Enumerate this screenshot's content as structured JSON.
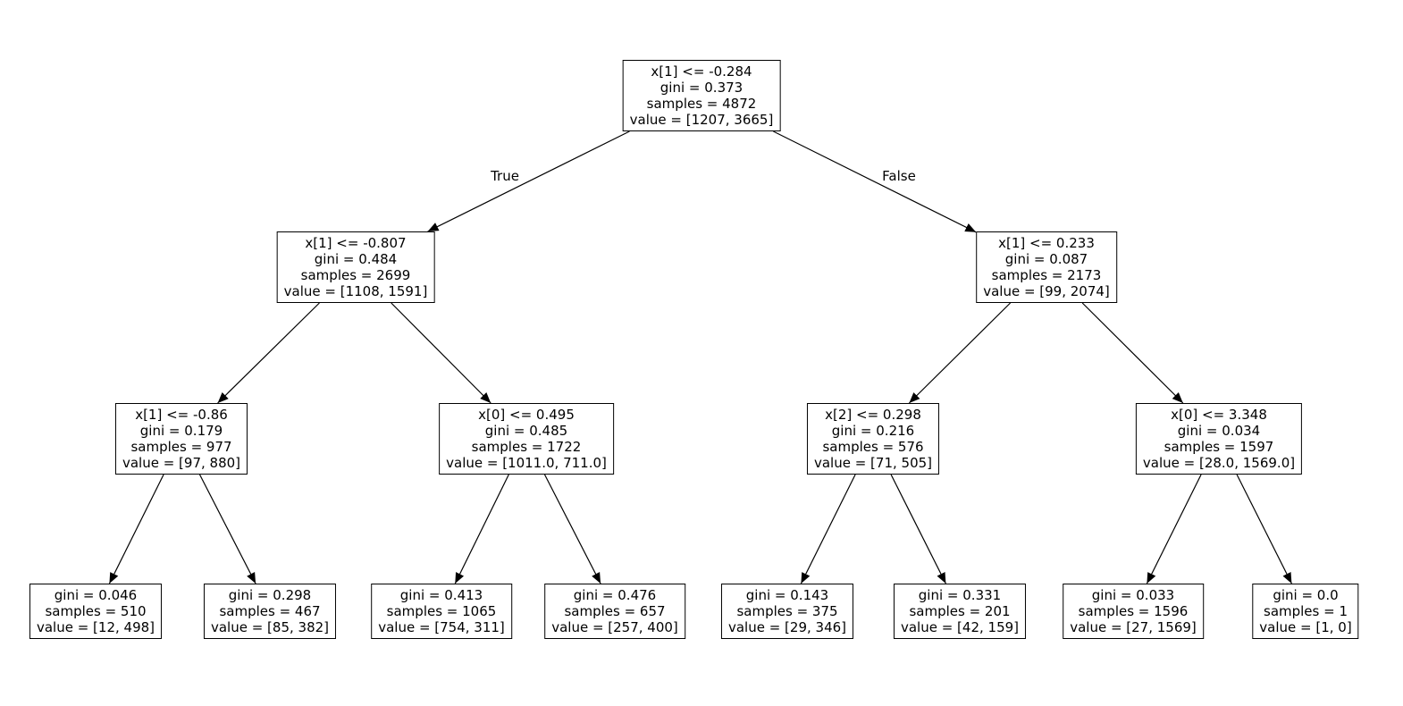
{
  "figure": {
    "type": "decision-tree"
  },
  "edge_labels": {
    "left": "True",
    "right": "False"
  },
  "nodes": [
    {
      "condition": "x[1] <= -0.284",
      "gini": "gini = 0.373",
      "samples": "samples = 4872",
      "value": "value = [1207, 3665]"
    },
    {
      "condition": "x[1] <= -0.807",
      "gini": "gini = 0.484",
      "samples": "samples = 2699",
      "value": "value = [1108, 1591]"
    },
    {
      "condition": "x[1] <= 0.233",
      "gini": "gini = 0.087",
      "samples": "samples = 2173",
      "value": "value = [99, 2074]"
    },
    {
      "condition": "x[1] <= -0.86",
      "gini": "gini = 0.179",
      "samples": "samples = 977",
      "value": "value = [97, 880]"
    },
    {
      "condition": "x[0] <= 0.495",
      "gini": "gini = 0.485",
      "samples": "samples = 1722",
      "value": "value = [1011.0, 711.0]"
    },
    {
      "condition": "x[2] <= 0.298",
      "gini": "gini = 0.216",
      "samples": "samples = 576",
      "value": "value = [71, 505]"
    },
    {
      "condition": "x[0] <= 3.348",
      "gini": "gini = 0.034",
      "samples": "samples = 1597",
      "value": "value = [28.0, 1569.0]"
    },
    {
      "gini": "gini = 0.046",
      "samples": "samples = 510",
      "value": "value = [12, 498]"
    },
    {
      "gini": "gini = 0.298",
      "samples": "samples = 467",
      "value": "value = [85, 382]"
    },
    {
      "gini": "gini = 0.413",
      "samples": "samples = 1065",
      "value": "value = [754, 311]"
    },
    {
      "gini": "gini = 0.476",
      "samples": "samples = 657",
      "value": "value = [257, 400]"
    },
    {
      "gini": "gini = 0.143",
      "samples": "samples = 375",
      "value": "value = [29, 346]"
    },
    {
      "gini": "gini = 0.331",
      "samples": "samples = 201",
      "value": "value = [42, 159]"
    },
    {
      "gini": "gini = 0.033",
      "samples": "samples = 1596",
      "value": "value = [27, 1569]"
    },
    {
      "gini": "gini = 0.0",
      "samples": "samples = 1",
      "value": "value = [1, 0]"
    }
  ],
  "edges": [
    [
      0,
      1
    ],
    [
      0,
      2
    ],
    [
      1,
      3
    ],
    [
      1,
      4
    ],
    [
      2,
      5
    ],
    [
      2,
      6
    ],
    [
      3,
      7
    ],
    [
      3,
      8
    ],
    [
      4,
      9
    ],
    [
      4,
      10
    ],
    [
      5,
      11
    ],
    [
      5,
      12
    ],
    [
      6,
      13
    ],
    [
      6,
      14
    ]
  ]
}
